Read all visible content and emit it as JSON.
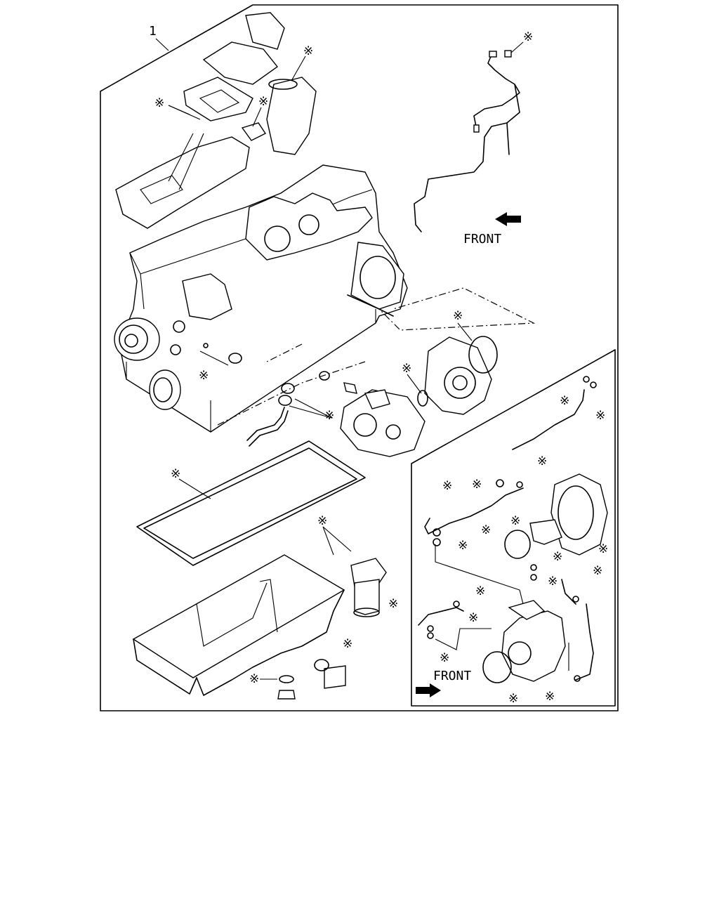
{
  "callout_number": "1",
  "front_label_top": "FRONT",
  "front_label_inset": "FRONT",
  "kit_mark": "※",
  "colors": {
    "line": "#000000",
    "background": "#ffffff"
  },
  "icons": {
    "direction_arrow": "arrow-icon",
    "kit_marker": "asterisk-icon"
  }
}
